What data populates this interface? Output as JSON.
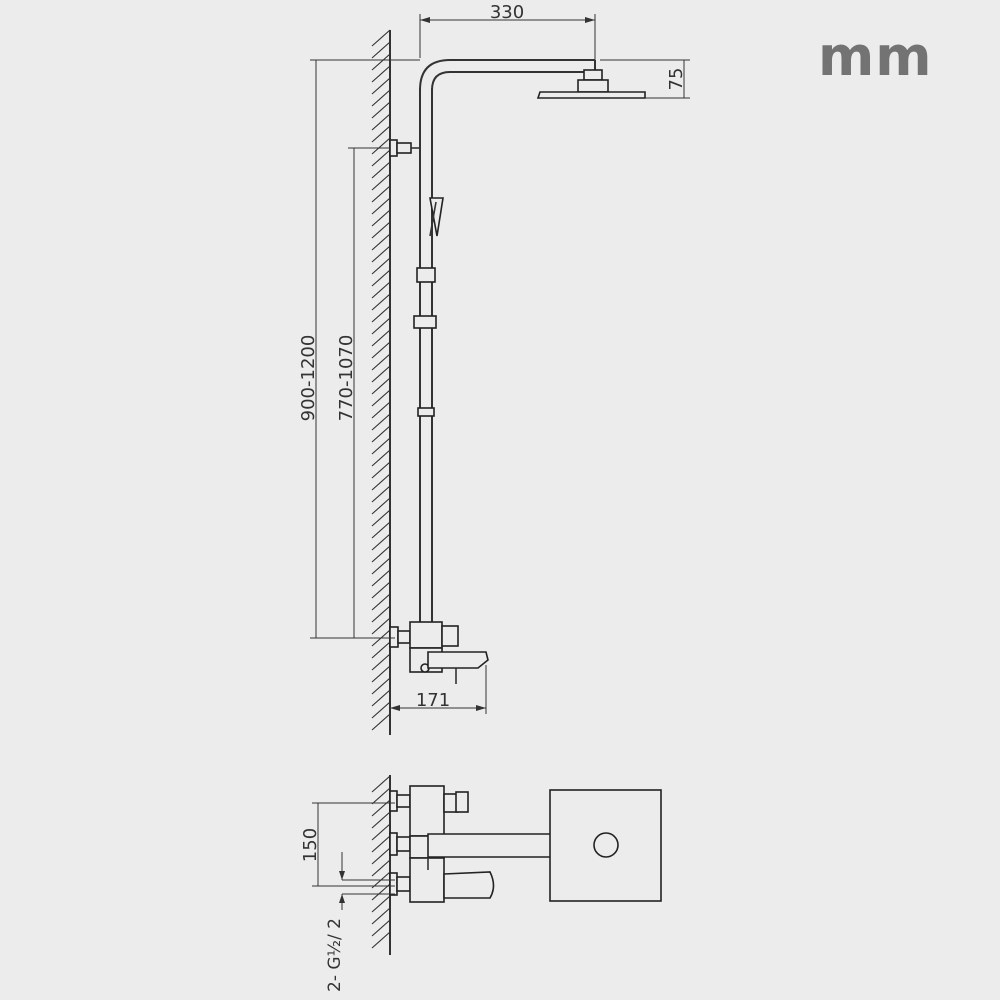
{
  "unit": "mm",
  "dimensions": {
    "arm_reach": "330",
    "head_height": "75",
    "total_height": "900-1200",
    "bar_height": "770-1070",
    "spout_projection": "171",
    "inlet_spacing": "150",
    "inlet_thread": "2- G½/ 2"
  }
}
